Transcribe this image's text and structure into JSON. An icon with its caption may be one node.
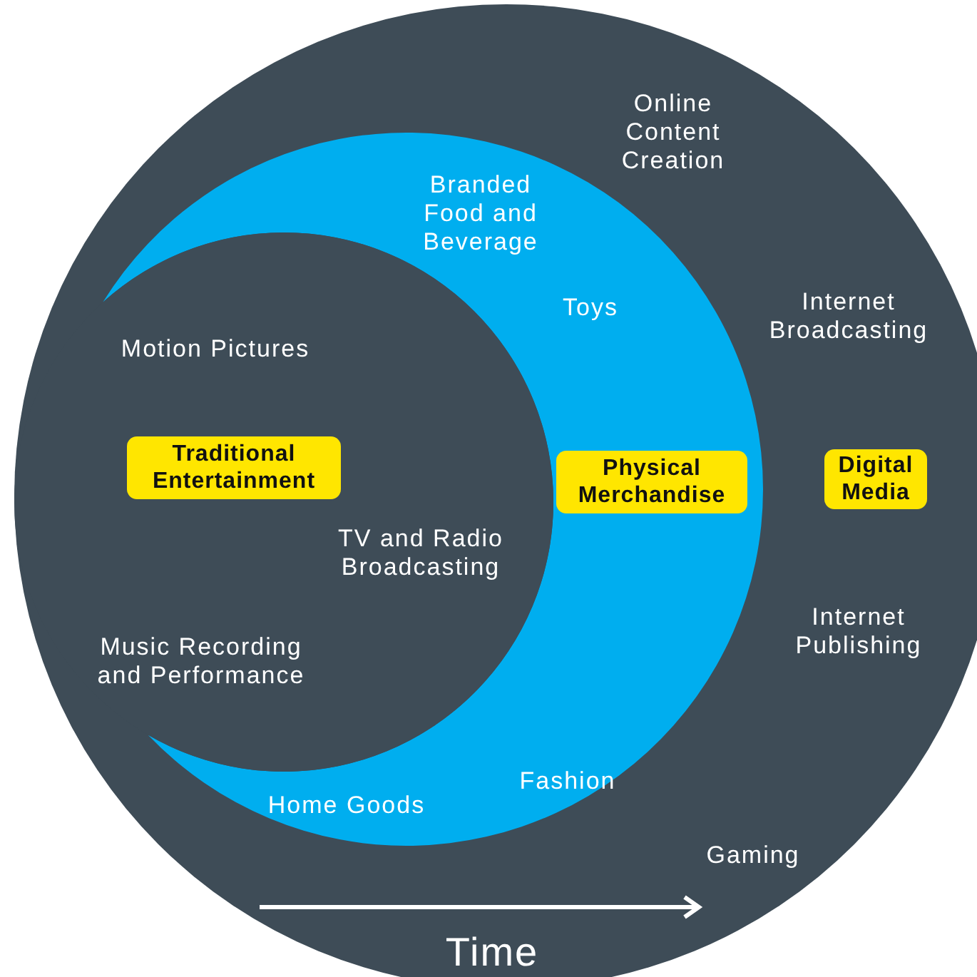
{
  "diagram": {
    "nodes": [
      {
        "text": [
          "Online Content Creation",
          "Internet Broadcasting",
          "Internet Publishing",
          "Gaming"
        ]
      },
      {
        "text": [
          "Digital Media"
        ],
        "in": 0
      },
      {
        "text": [
          "Branded Food and Beverage",
          "Toys",
          "Fashion",
          "Home Goods"
        ],
        "in": 0
      },
      {
        "text": [
          "Physical Merchandise"
        ],
        "in": 2
      },
      {
        "text": [
          "Motion Pictures",
          "TV and Radio Broadcasting",
          "Music Recording and Performance"
        ],
        "in": 0
      },
      {
        "text": [
          "Traditional Entertainment"
        ],
        "in": 4
      }
    ],
    "edges": [],
    "labels": [
      "Time"
    ]
  }
}
